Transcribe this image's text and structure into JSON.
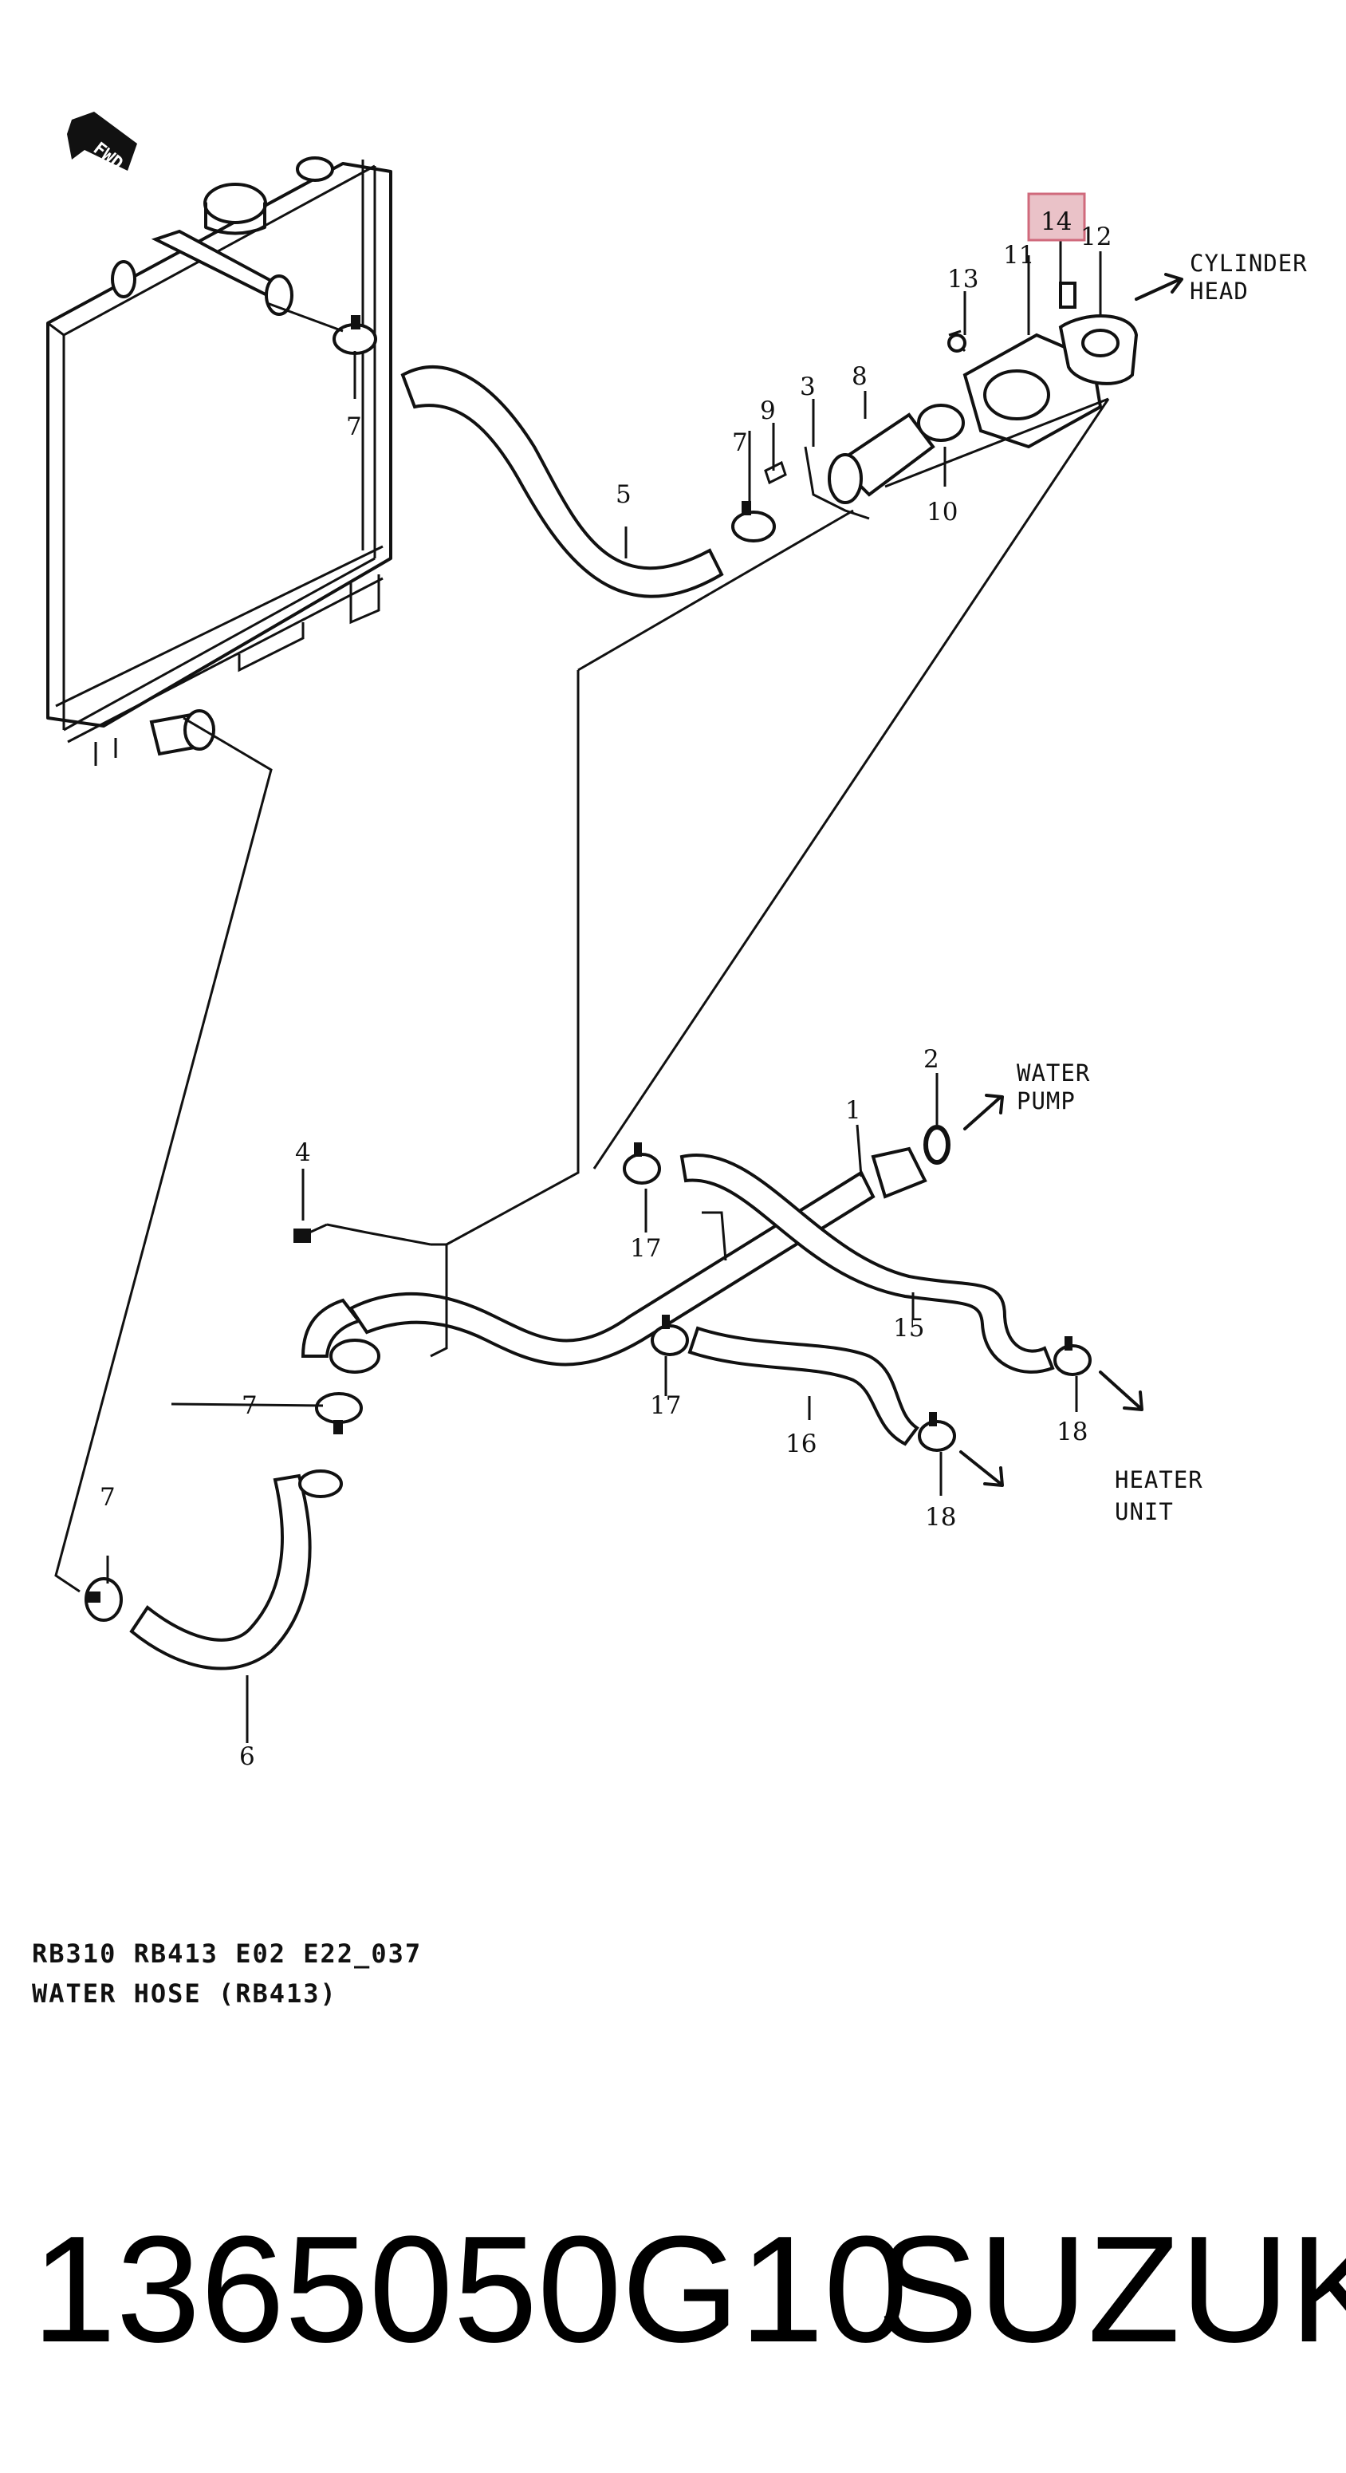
{
  "fwd_marker": "FWD",
  "callouts": {
    "c1": "1",
    "c2": "2",
    "c3": "3",
    "c4": "4",
    "c5": "5",
    "c6": "6",
    "c7a": "7",
    "c7b": "7",
    "c7c": "7",
    "c7d": "7",
    "c8": "8",
    "c9": "9",
    "c10": "10",
    "c11": "11",
    "c12": "12",
    "c13": "13",
    "c14": "14",
    "c15": "15",
    "c16": "16",
    "c17a": "17",
    "c17b": "17",
    "c18a": "18",
    "c18b": "18"
  },
  "highlight": {
    "callout": "14",
    "color": "#e8a6b0",
    "border": "#d06a7c"
  },
  "notes": {
    "cylinder_head_1": "CYLINDER",
    "cylinder_head_2": "HEAD",
    "water_pump_1": "WATER",
    "water_pump_2": "PUMP",
    "heater_unit_1": "HEATER",
    "heater_unit_2": "UNIT"
  },
  "caption": {
    "line1": "RB310 RB413 E02 E22_037",
    "line2": "WATER HOSE (RB413)"
  },
  "footer": {
    "part_number": "1365050G10",
    "brand": "SUZUKI"
  }
}
